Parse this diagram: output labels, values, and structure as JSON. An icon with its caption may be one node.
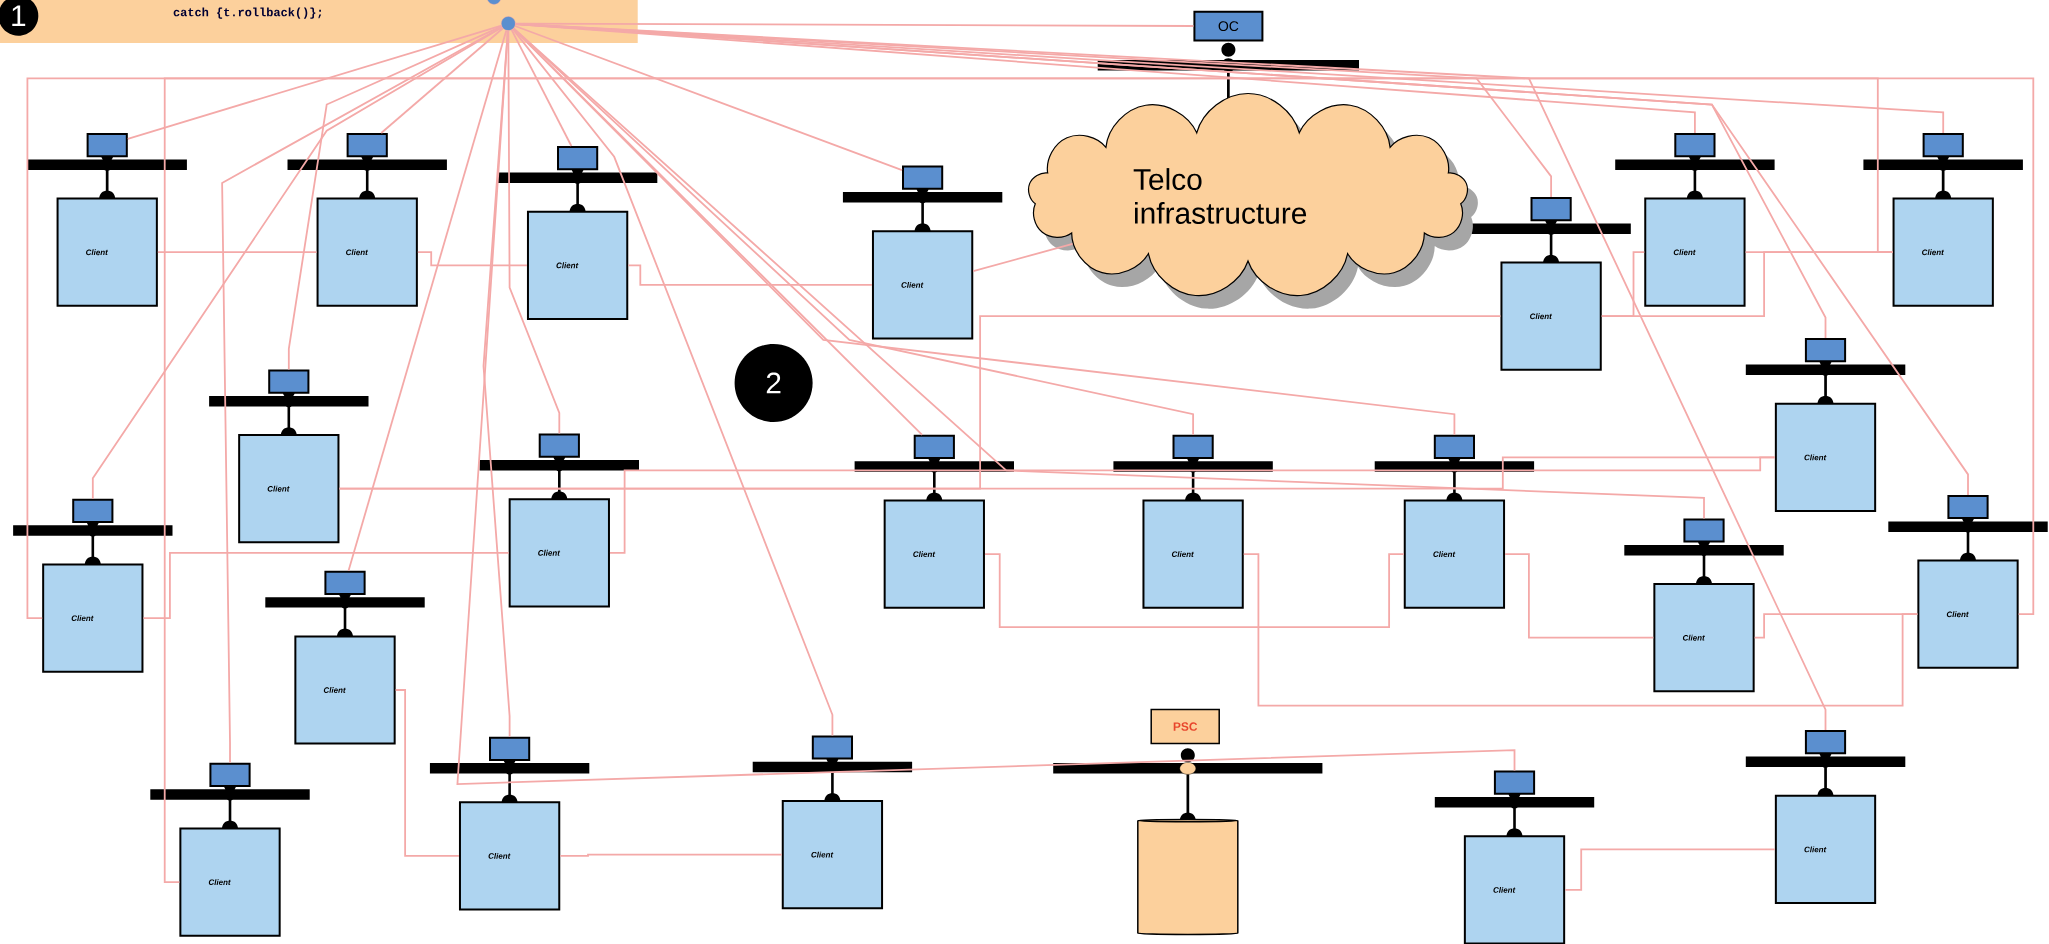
{
  "diagram": {
    "nodes": [
      {
        "text": [
          "catch {t.rollback()};"
        ]
      },
      {
        "text": [],
        "shape": "circle",
        "in": 0
      },
      {
        "text": [
          "OC"
        ]
      },
      {
        "text": [
          "Telco infrastructure"
        ]
      },
      {
        "text": [
          "PSC"
        ]
      },
      {
        "text": [],
        "shape": "cylinder"
      },
      {
        "text": [
          "1"
        ]
      },
      {
        "text": [
          "2"
        ]
      },
      {
        "text": [],
        "shape": "box"
      },
      {
        "text": [
          "Client"
        ]
      },
      {
        "text": [],
        "shape": "box"
      },
      {
        "text": [
          "Client"
        ]
      },
      {
        "text": [],
        "shape": "box"
      },
      {
        "text": [
          "Client"
        ]
      },
      {
        "text": [],
        "shape": "box"
      },
      {
        "text": [
          "Client"
        ]
      },
      {
        "text": [],
        "shape": "box"
      },
      {
        "text": [
          "Client"
        ]
      },
      {
        "text": [],
        "shape": "box"
      },
      {
        "text": [
          "Client"
        ]
      },
      {
        "text": [],
        "shape": "box"
      },
      {
        "text": [
          "Client"
        ]
      },
      {
        "text": [],
        "shape": "box"
      },
      {
        "text": [
          "Client"
        ]
      },
      {
        "text": [],
        "shape": "box"
      },
      {
        "text": [
          "Client"
        ]
      },
      {
        "text": [],
        "shape": "box"
      },
      {
        "text": [
          "Client"
        ]
      },
      {
        "text": [],
        "shape": "box"
      },
      {
        "text": [
          "Client"
        ]
      },
      {
        "text": [],
        "shape": "box"
      },
      {
        "text": [
          "Client"
        ]
      },
      {
        "text": [],
        "shape": "box"
      },
      {
        "text": [
          "Client"
        ]
      },
      {
        "text": [],
        "shape": "box"
      },
      {
        "text": [
          "Client"
        ]
      },
      {
        "text": [],
        "shape": "box"
      },
      {
        "text": [
          "Client"
        ]
      },
      {
        "text": [],
        "shape": "box"
      },
      {
        "text": [
          "Client"
        ]
      },
      {
        "text": [],
        "shape": "box"
      },
      {
        "text": [
          "Client"
        ]
      },
      {
        "text": [],
        "shape": "box"
      },
      {
        "text": [
          "Client"
        ]
      },
      {
        "text": [],
        "shape": "box"
      },
      {
        "text": [
          "Client"
        ]
      },
      {
        "text": [],
        "shape": "box"
      },
      {
        "text": [
          "Client"
        ]
      },
      {
        "text": [],
        "shape": "box"
      },
      {
        "text": [
          "Client"
        ]
      },
      {
        "text": [],
        "shape": "box"
      },
      {
        "text": [
          "Client"
        ]
      }
    ],
    "edges": [
      {
        "from": 1,
        "to": 8,
        "arrow": "none"
      },
      {
        "from": 1,
        "to": 10,
        "arrow": "none"
      },
      {
        "from": 1,
        "to": 12,
        "arrow": "none"
      },
      {
        "from": 1,
        "to": 14,
        "arrow": "none"
      },
      {
        "from": 1,
        "to": 16,
        "arrow": "none"
      },
      {
        "from": 1,
        "to": 18,
        "arrow": "none"
      },
      {
        "from": 1,
        "to": 20,
        "arrow": "none"
      },
      {
        "from": 1,
        "to": 22,
        "arrow": "none"
      },
      {
        "from": 1,
        "to": 24,
        "arrow": "none"
      },
      {
        "from": 1,
        "to": 26,
        "arrow": "none"
      },
      {
        "from": 1,
        "to": 28,
        "arrow": "none"
      },
      {
        "from": 1,
        "to": 30,
        "arrow": "none"
      },
      {
        "from": 1,
        "to": 32,
        "arrow": "none"
      },
      {
        "from": 1,
        "to": 34,
        "arrow": "none"
      },
      {
        "from": 1,
        "to": 36,
        "arrow": "none"
      },
      {
        "from": 1,
        "to": 38,
        "arrow": "none"
      },
      {
        "from": 1,
        "to": 40,
        "arrow": "none"
      },
      {
        "from": 1,
        "to": 42,
        "arrow": "none"
      },
      {
        "from": 1,
        "to": 44,
        "arrow": "none"
      },
      {
        "from": 1,
        "to": 46,
        "arrow": "none"
      },
      {
        "from": 1,
        "to": 48,
        "arrow": "none"
      },
      {
        "from": 1,
        "to": 50,
        "arrow": "none"
      },
      {
        "from": 1,
        "to": 2,
        "arrow": "none"
      },
      {
        "from": 15,
        "to": 3,
        "arrow": "none"
      },
      {
        "from": 9,
        "to": 11,
        "arrow": "none"
      },
      {
        "from": 11,
        "to": 13,
        "arrow": "none"
      },
      {
        "from": 13,
        "to": 15,
        "arrow": "none"
      },
      {
        "from": 17,
        "to": 21,
        "arrow": "none"
      },
      {
        "from": 19,
        "to": 21,
        "arrow": "none"
      },
      {
        "from": 21,
        "to": 23,
        "arrow": "none"
      },
      {
        "from": 23,
        "to": 25,
        "arrow": "none"
      },
      {
        "from": 25,
        "to": 27,
        "arrow": "none"
      },
      {
        "from": 27,
        "to": 35,
        "arrow": "none"
      },
      {
        "from": 33,
        "to": 37,
        "arrow": "none"
      },
      {
        "from": 17,
        "to": 19,
        "arrow": "none"
      },
      {
        "from": 41,
        "to": 45,
        "arrow": "none"
      },
      {
        "from": 45,
        "to": 47,
        "arrow": "none"
      },
      {
        "from": 49,
        "to": 51,
        "arrow": "none"
      },
      {
        "from": 37,
        "to": 39,
        "arrow": "none"
      },
      {
        "from": 35,
        "to": 39,
        "arrow": "none"
      },
      {
        "from": 29,
        "to": 33,
        "arrow": "none"
      },
      {
        "from": 19,
        "to": 43,
        "arrow": "none"
      },
      {
        "from": 31,
        "to": 39,
        "arrow": "none"
      }
    ]
  }
}
